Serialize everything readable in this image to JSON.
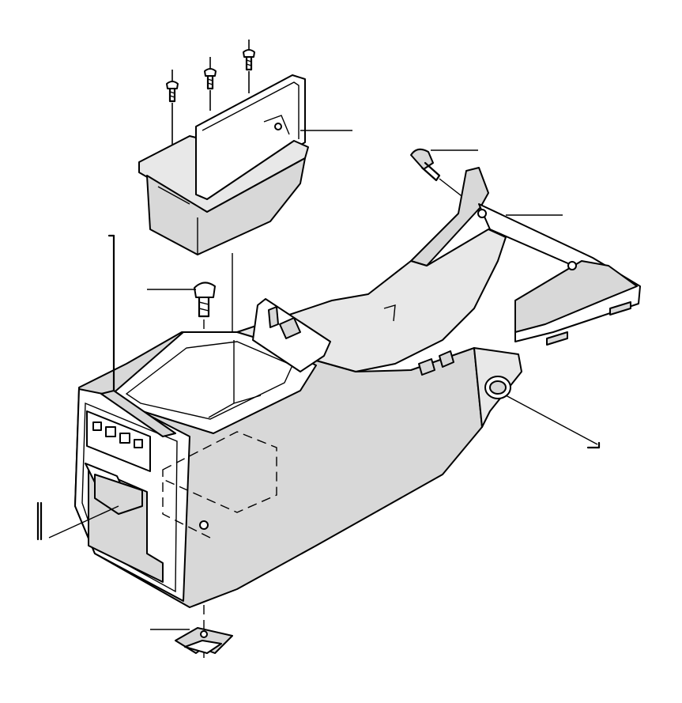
{
  "diagram": {
    "callouts": [
      {
        "id": "screw-a"
      },
      {
        "id": "screw-b"
      },
      {
        "id": "screw-c"
      },
      {
        "id": "storage-box"
      },
      {
        "id": "screw-rear"
      },
      {
        "id": "rear-panel"
      },
      {
        "id": "screw-center"
      },
      {
        "id": "trim-strip-left"
      },
      {
        "id": "trim-strip-right"
      },
      {
        "id": "cable-front"
      },
      {
        "id": "clip-nut"
      }
    ]
  },
  "colors": {
    "line": "#000000",
    "background": "#ffffff",
    "shading": "#d8d8d8"
  }
}
